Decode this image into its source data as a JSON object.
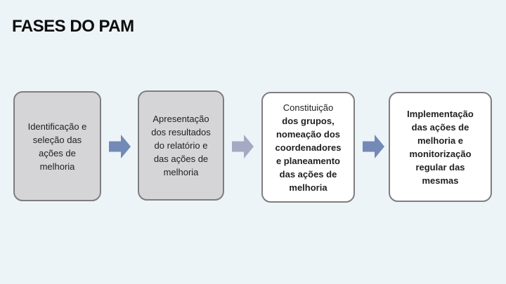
{
  "title": "FASES DO PAM",
  "colors": {
    "background": "#edf4f8",
    "box_fill_gray": "#d5d4d7",
    "box_fill_white": "#ffffff",
    "box_border": "#7e7e7e",
    "arrow_blue": "#7389b6",
    "arrow_lavender": "#a7a8c2",
    "box_text": "#1f1f1f",
    "title_text": "#0d0d0d"
  },
  "boxes": [
    {
      "name": "identificacao",
      "fill": "gray",
      "lines": [
        "Identificação e",
        "seleção das",
        "ações de",
        "melhoria"
      ]
    },
    {
      "name": "apresentacao",
      "fill": "gray",
      "lines": [
        "Apresentação",
        "dos resultados",
        "do relatório e",
        "das ações de",
        "melhoria"
      ]
    },
    {
      "name": "constituicao",
      "fill": "white",
      "lines": [
        "Constituição",
        "dos grupos,",
        "nomeação dos",
        "coordenadores",
        "e planeamento",
        "das ações de",
        "melhoria"
      ]
    },
    {
      "name": "implementacao",
      "fill": "white",
      "lines": [
        "Implementação",
        "das ações de",
        "melhoria e",
        "monitorização",
        "regular das",
        "mesmas"
      ]
    }
  ],
  "arrows": [
    {
      "direction": "right",
      "color": "#7389b6"
    },
    {
      "direction": "right",
      "color": "#a7a8c2"
    },
    {
      "direction": "right",
      "color": "#7389b6"
    }
  ]
}
